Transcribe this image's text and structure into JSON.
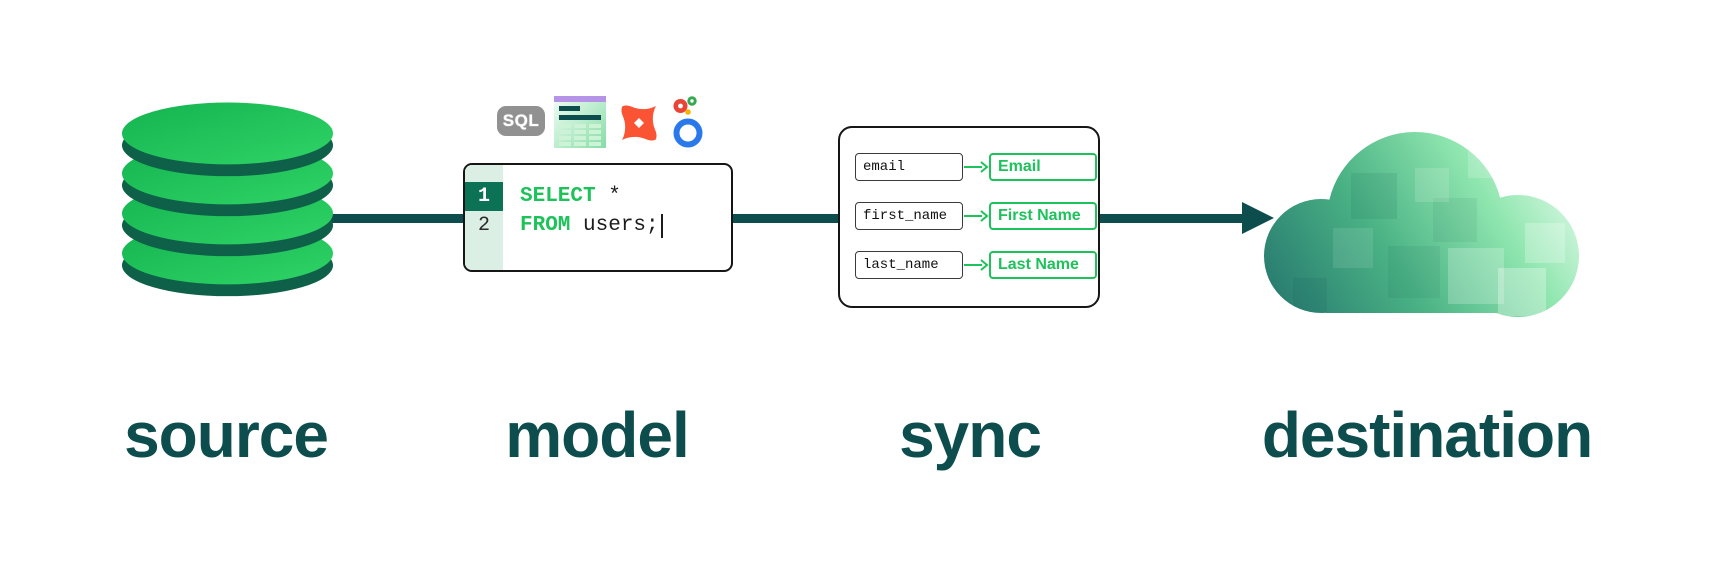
{
  "labels": {
    "source": "source",
    "model": "model",
    "sync": "sync",
    "destination": "destination"
  },
  "model_icons": {
    "sql_badge_text": "SQL",
    "icon_names": [
      "sql-badge",
      "spreadsheet-icon",
      "dbt-icon",
      "looker-icon"
    ]
  },
  "code_editor": {
    "lines": [
      {
        "number": "1",
        "keyword": "SELECT",
        "rest": " *"
      },
      {
        "number": "2",
        "keyword": "FROM",
        "rest": " users;"
      }
    ]
  },
  "sync_box": {
    "mappings": [
      {
        "source": "email",
        "destination": "Email"
      },
      {
        "source": "first_name",
        "destination": "First Name"
      },
      {
        "source": "last_name",
        "destination": "Last Name"
      }
    ]
  },
  "colors": {
    "teal_dark": "#0d4d4d",
    "green_bright": "#1ec25a",
    "db_green_top": "#2fd465",
    "db_green_shade": "#14b351",
    "db_side_dark": "#0e6148",
    "gutter_bg": "#dcefe4",
    "gutter_active_bg": "#0c7256",
    "dbt_orange": "#fa5434",
    "sql_badge_gray": "#919191"
  }
}
